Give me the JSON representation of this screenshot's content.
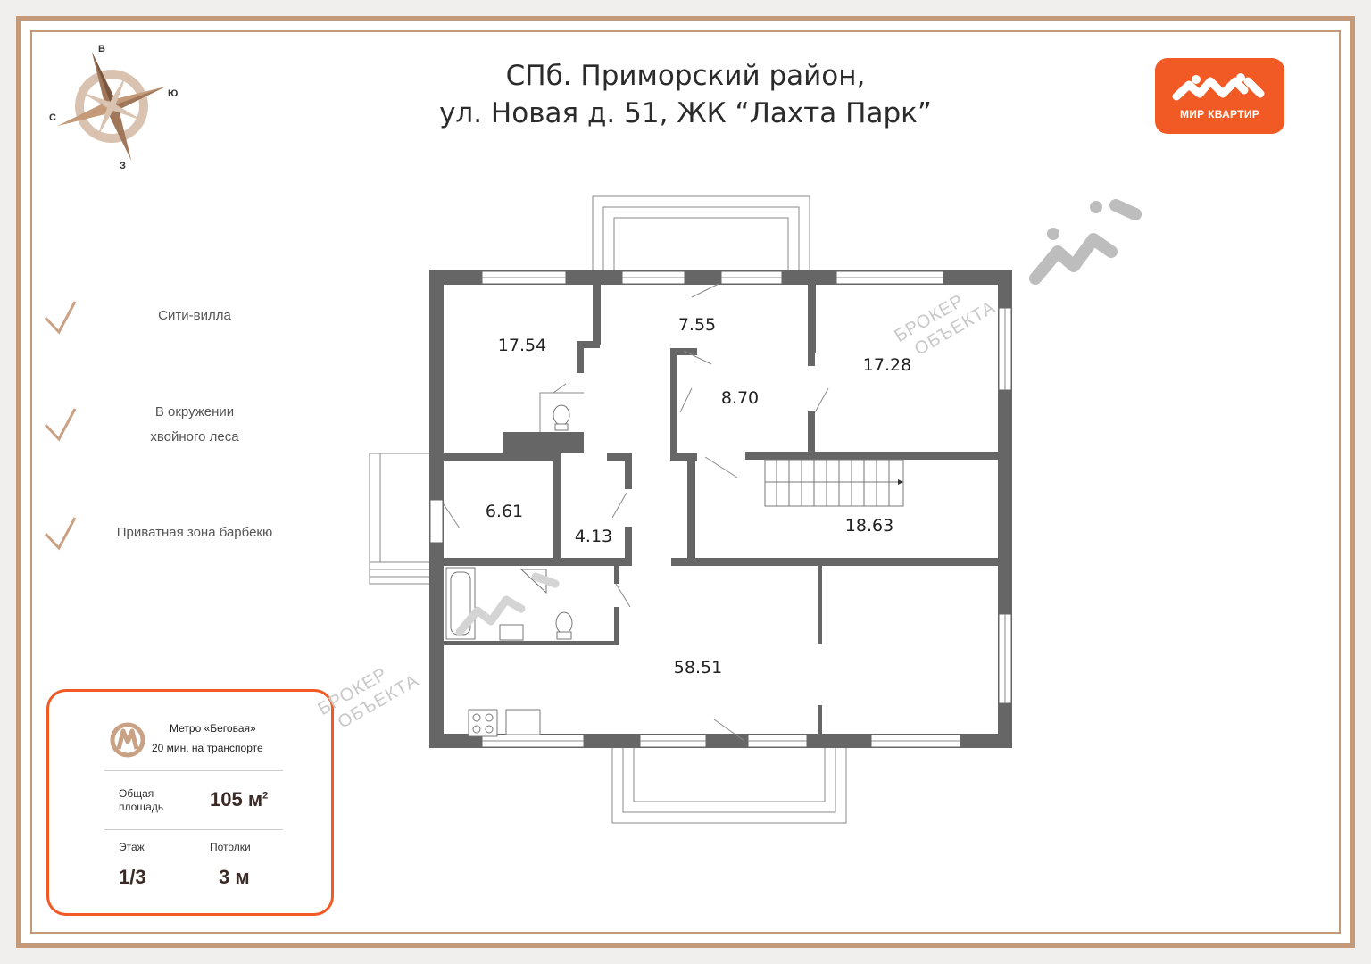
{
  "title": {
    "line1": "СПб. Приморский район,",
    "line2": "ул. Новая д. 51, ЖК “Лахта Парк”"
  },
  "logo": {
    "text": "МИР КВАРТИР",
    "brand_color": "#f15a24"
  },
  "compass": {
    "north": "В",
    "east": "Ю",
    "south": "З",
    "west": "С"
  },
  "features": [
    {
      "lines": [
        "Сити-вилла"
      ]
    },
    {
      "lines": [
        "В окружении",
        "хвойного леса"
      ]
    },
    {
      "lines": [
        "Приватная зона барбекю"
      ]
    }
  ],
  "info": {
    "metro_name": "Метро «Беговая»",
    "metro_time": "20 мин. на транспорте",
    "area_label_line1": "Общая",
    "area_label_line2": "площадь",
    "area_value": "105 м",
    "area_unit_sup": "2",
    "floor_label": "Этаж",
    "floor_value": "1/3",
    "ceiling_label": "Потолки",
    "ceiling_value": "3 м"
  },
  "rooms": [
    {
      "area": "17.54"
    },
    {
      "area": "7.55"
    },
    {
      "area": "8.70"
    },
    {
      "area": "17.28"
    },
    {
      "area": "6.61"
    },
    {
      "area": "4.13"
    },
    {
      "area": "18.63"
    },
    {
      "area": "58.51"
    }
  ],
  "watermarks": [
    {
      "line1": "БРОКЕР",
      "line2": "ОБЪЕКТА"
    },
    {
      "line1": "БРОКЕР",
      "line2": "ОБЪЕКТА"
    }
  ],
  "colors": {
    "frame": "#c49a78",
    "wall": "#666666",
    "accent": "#f15a24"
  }
}
